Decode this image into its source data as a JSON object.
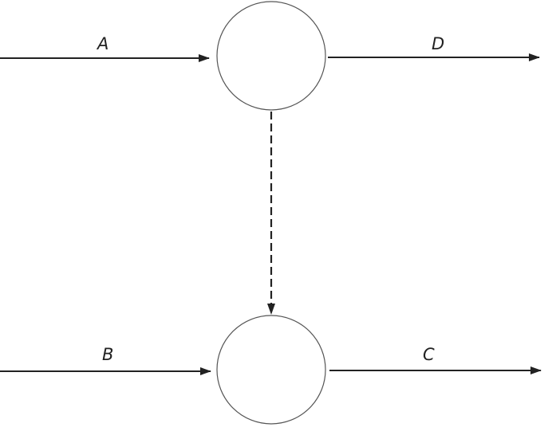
{
  "diagram": {
    "nodes": [
      {
        "id": "top"
      },
      {
        "id": "bottom"
      }
    ],
    "edges": [
      {
        "id": "edge-a",
        "label": "A",
        "from": "left-edge",
        "to": "top",
        "style": "solid"
      },
      {
        "id": "edge-d",
        "label": "D",
        "from": "top",
        "to": "right-edge",
        "style": "solid"
      },
      {
        "id": "edge-b",
        "label": "B",
        "from": "left-edge",
        "to": "bottom",
        "style": "solid"
      },
      {
        "id": "edge-c",
        "label": "C",
        "from": "bottom",
        "to": "right-edge",
        "style": "solid"
      },
      {
        "id": "edge-dependency",
        "label": "",
        "from": "top",
        "to": "bottom",
        "style": "dashed"
      }
    ],
    "colors": {
      "line": "#222222",
      "node_border": "#555555",
      "background": "#ffffff"
    }
  }
}
